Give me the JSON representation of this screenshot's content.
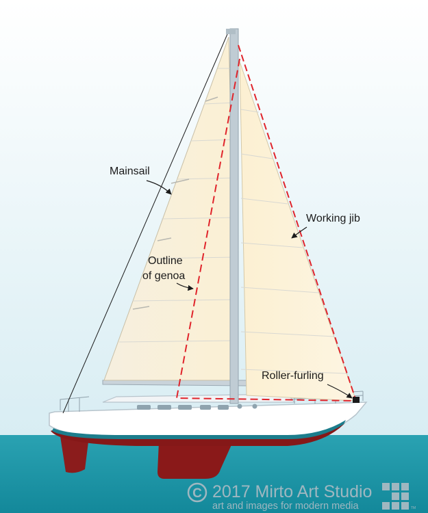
{
  "labels": {
    "mainsail": "Mainsail",
    "working_jib": "Working jib",
    "genoa_line1": "Outline",
    "genoa_line2": "of genoa",
    "roller_furling": "Roller-furling"
  },
  "copyright": {
    "symbol": "C",
    "text": "2017 Mirto Art Studio",
    "tagline": "art and images for modern media",
    "trademark": "TM"
  },
  "colors": {
    "sky_top": "#ffffff",
    "sky_bottom": "#d9eef4",
    "sea": "#1f97a8",
    "sail": "#faf1d8",
    "genoa_outline": "#e0242b",
    "hull": "#ffffff",
    "boot_stripe": "#1c7d8c",
    "bottom_paint": "#8b1a1a",
    "mast": "#b9c7d0"
  },
  "icons": {
    "logo": "grid-squares-logo"
  }
}
